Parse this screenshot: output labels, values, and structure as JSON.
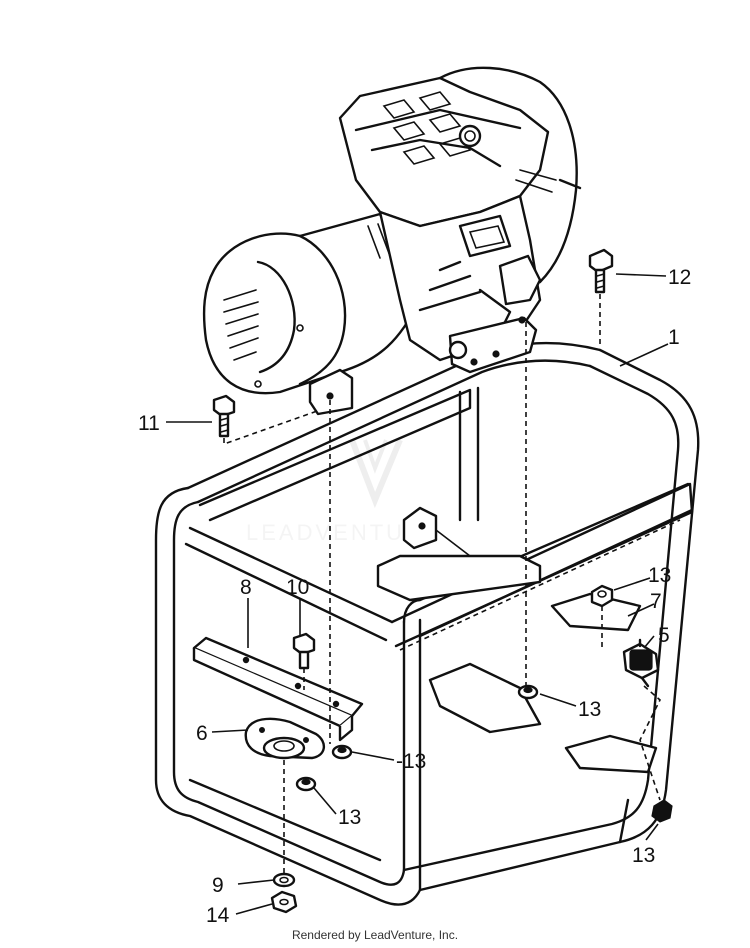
{
  "callouts": [
    {
      "id": "1",
      "label": "1"
    },
    {
      "id": "5",
      "label": "5"
    },
    {
      "id": "6",
      "label": "6"
    },
    {
      "id": "7",
      "label": "7"
    },
    {
      "id": "8",
      "label": "8"
    },
    {
      "id": "9",
      "label": "9"
    },
    {
      "id": "10",
      "label": "10"
    },
    {
      "id": "11",
      "label": "11"
    },
    {
      "id": "12",
      "label": "12"
    },
    {
      "id": "13a",
      "label": "13"
    },
    {
      "id": "13b",
      "label": "13"
    },
    {
      "id": "13c",
      "label": "-13"
    },
    {
      "id": "13d",
      "label": "13"
    },
    {
      "id": "13e",
      "label": "13"
    },
    {
      "id": "14",
      "label": "14"
    }
  ],
  "watermark": {
    "text": "LEADVENTURE"
  },
  "footer": {
    "text": "Rendered by LeadVenture, Inc."
  }
}
